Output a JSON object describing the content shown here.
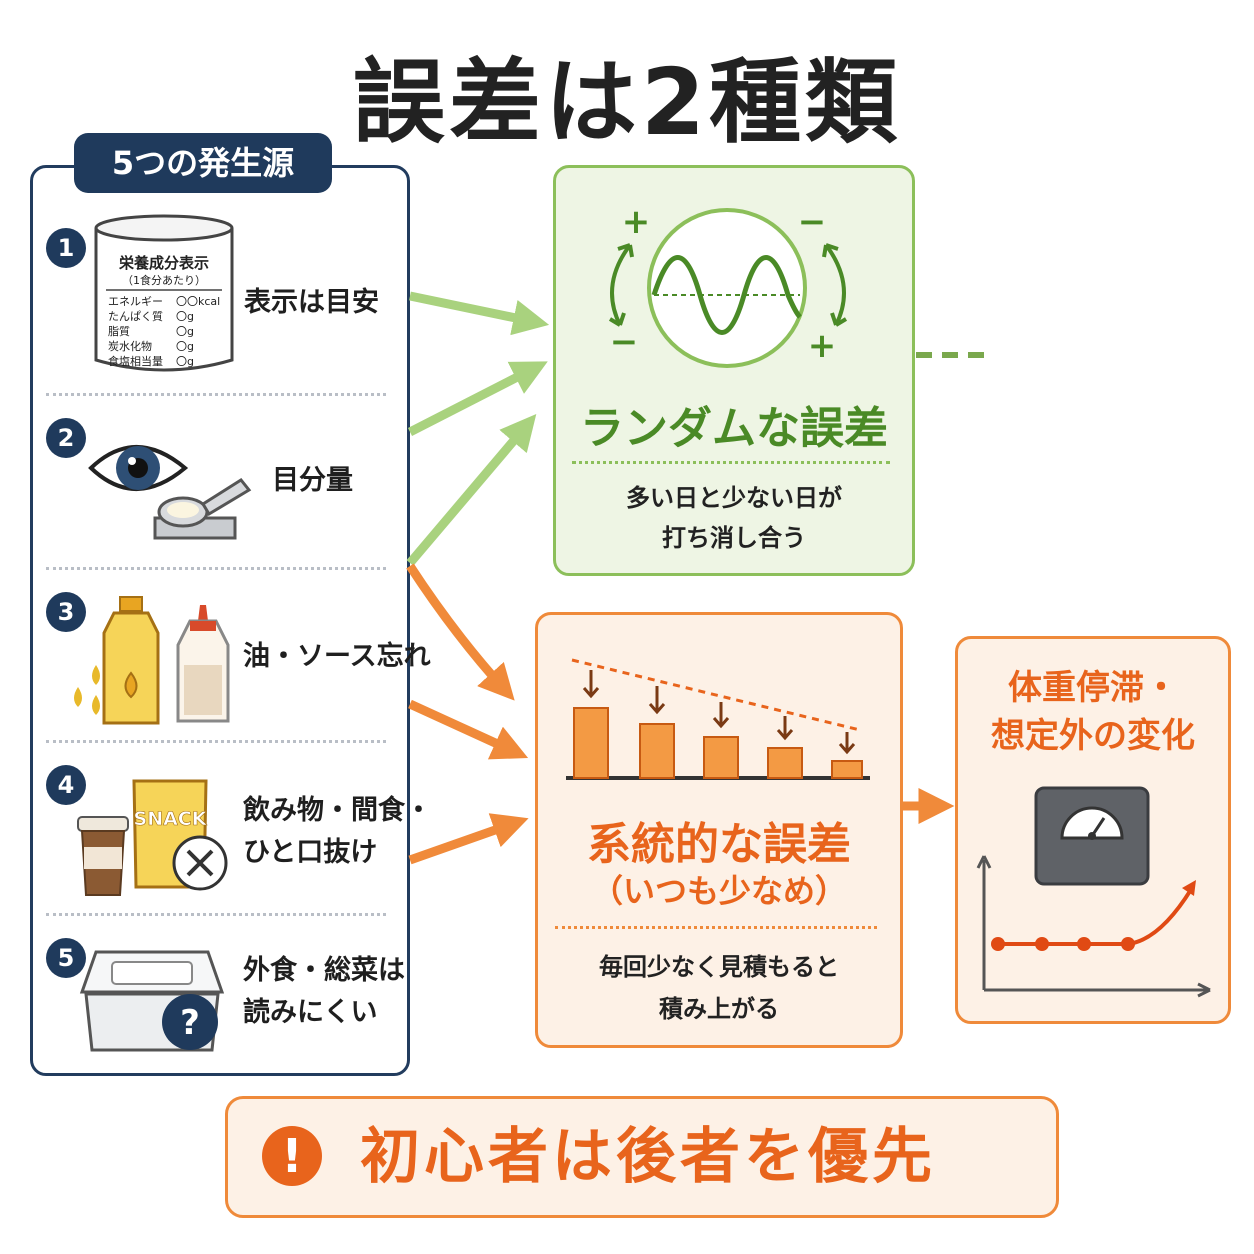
{
  "title": "誤差は2種類",
  "sources": {
    "header": "5つの発生源",
    "items": [
      {
        "num": "1",
        "label": "表示は目安"
      },
      {
        "num": "2",
        "label": "目分量"
      },
      {
        "num": "3",
        "label": "油・ソース忘れ"
      },
      {
        "num": "4",
        "label_lines": [
          "飲み物・間食・",
          "ひと口抜け"
        ]
      },
      {
        "num": "5",
        "label_lines": [
          "外食・総菜は",
          "読みにくい"
        ]
      }
    ],
    "nutrition_label": {
      "title": "栄養成分表示",
      "subtitle": "（1食分あたり）",
      "rows": [
        {
          "name": "エネルギー",
          "value": "〇〇kcal"
        },
        {
          "name": "たんぱく質",
          "value": "〇g"
        },
        {
          "name": "脂質",
          "value": "〇g"
        },
        {
          "name": "炭水化物",
          "value": "〇g"
        },
        {
          "name": "食塩相当量",
          "value": "〇g"
        }
      ]
    },
    "snack_text": "SNACK"
  },
  "random_error": {
    "plus": "+",
    "minus": "−",
    "title": "ランダムな誤差",
    "desc_lines": [
      "多い日と少ない日が",
      "打ち消し合う"
    ]
  },
  "systematic_error": {
    "title": "系統的な誤差",
    "subtitle": "（いつも少なめ）",
    "desc_lines": [
      "毎回少なく見積もると",
      "積み上がる"
    ]
  },
  "result": {
    "title_lines": [
      "体重停滞・",
      "想定外の変化"
    ]
  },
  "conclusion": {
    "icon": "!",
    "text": "初心者は後者を優先"
  },
  "colors": {
    "navy": "#1f3a5c",
    "green": "#4a8a26",
    "orange": "#e8641c"
  }
}
